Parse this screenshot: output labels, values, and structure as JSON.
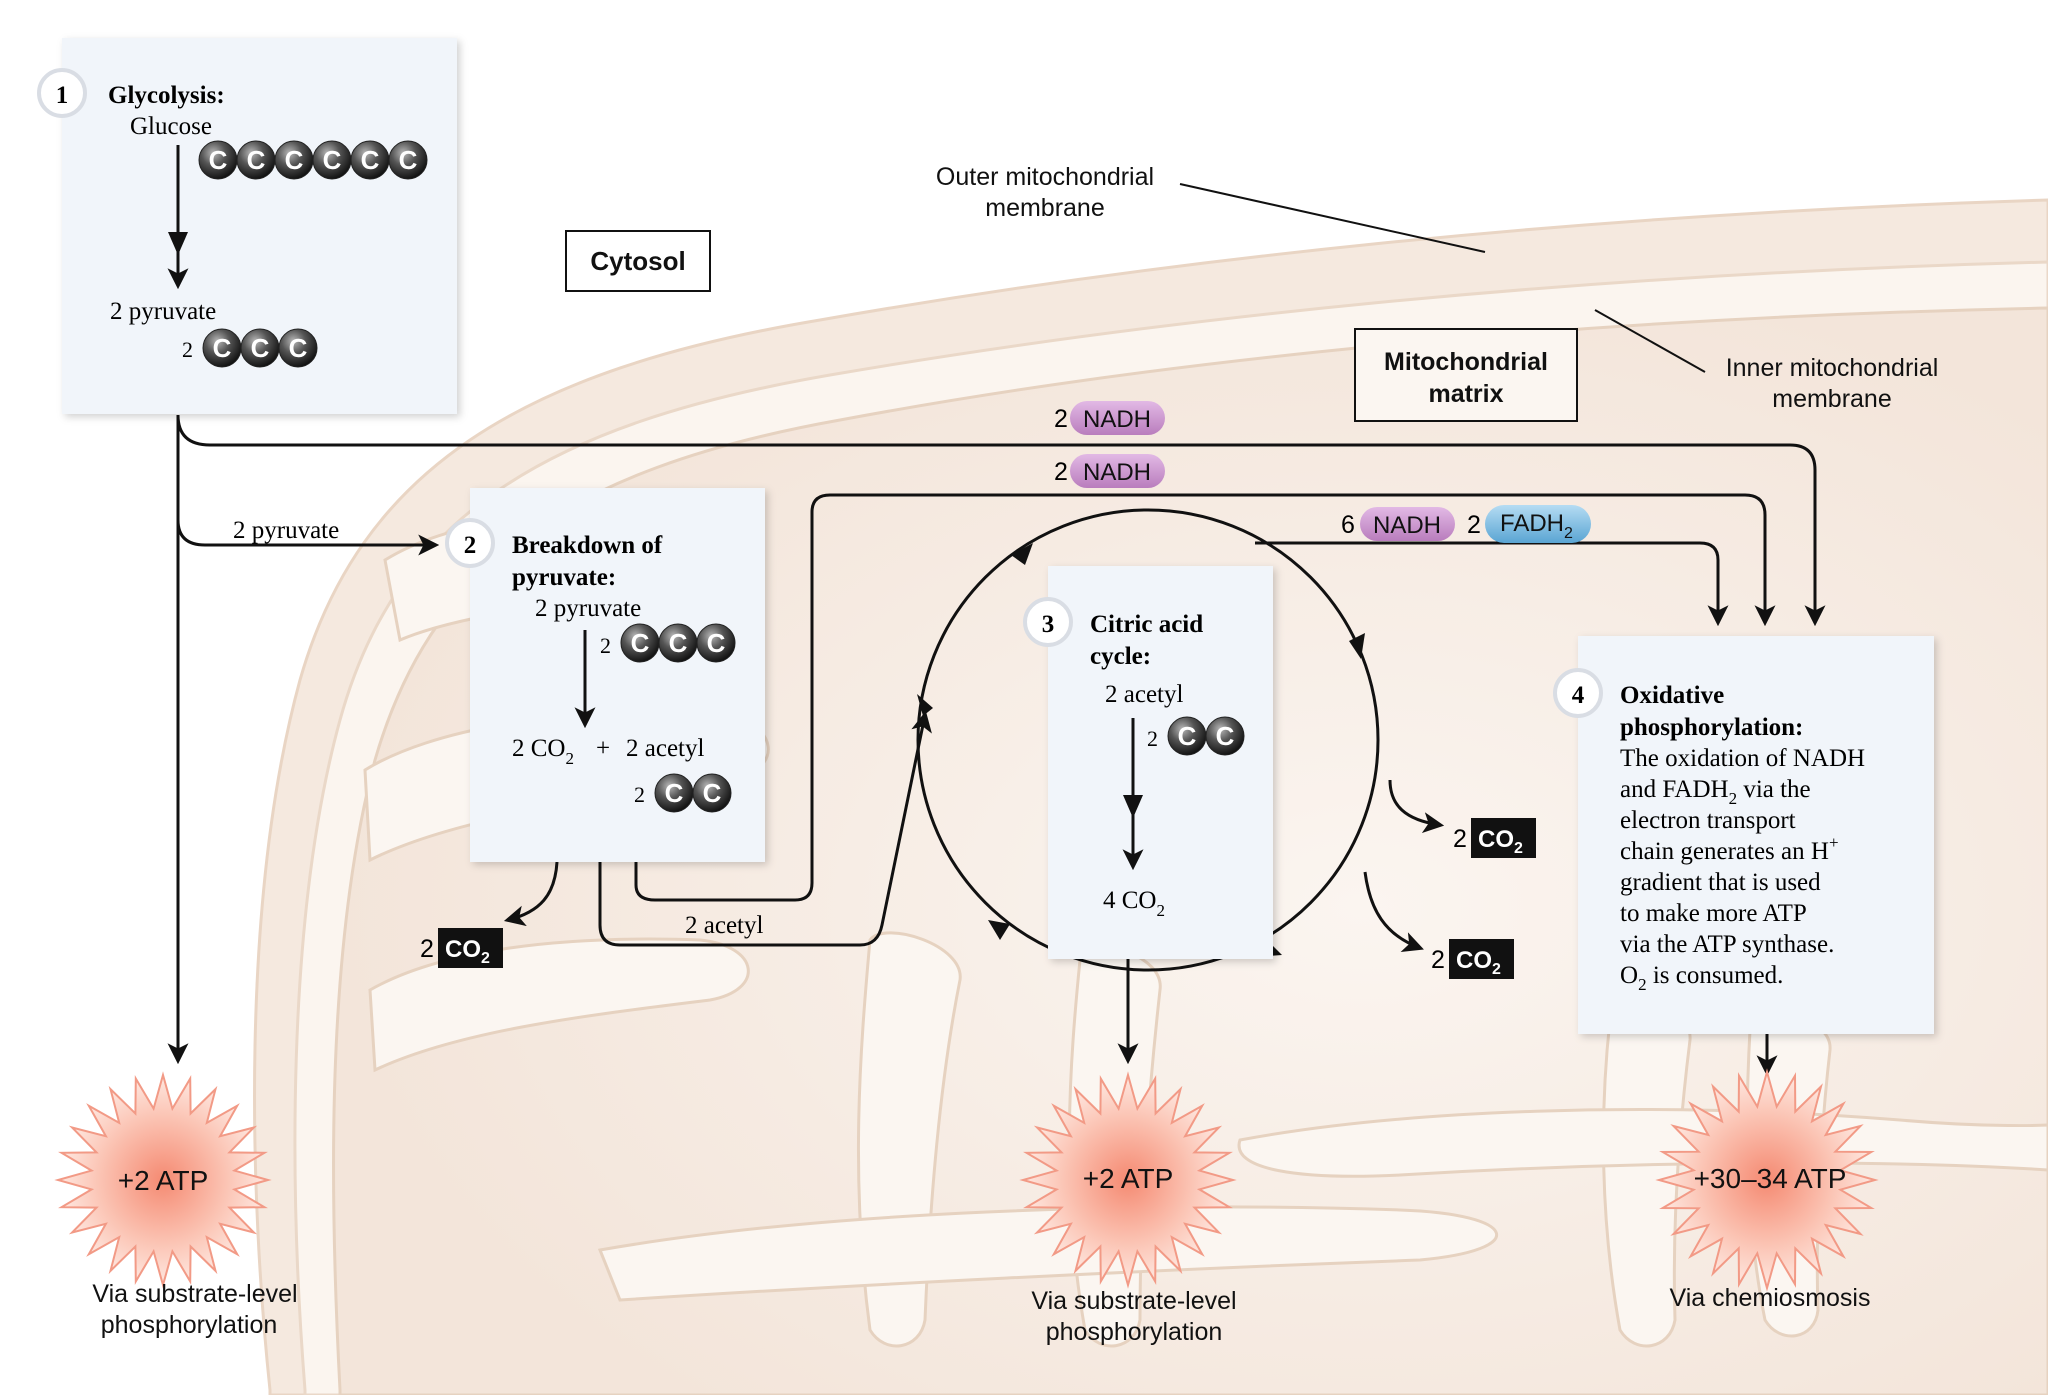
{
  "steps": {
    "glycolysis": {
      "num": "1",
      "title": "Glycolysis:",
      "start_name": "Glucose",
      "product": "2 pyruvate",
      "product_coeff": "2"
    },
    "pyruvate_breakdown": {
      "num": "2",
      "title_line1": "Breakdown of",
      "title_line2": "pyruvate:",
      "input": "2 pyruvate",
      "input_coeff": "2",
      "output_co2_coeff": "2 CO",
      "output_plus": "+",
      "output_acetyl": "2 acetyl",
      "output_coeff": "2"
    },
    "citric_acid": {
      "num": "3",
      "title_line1": "Citric acid",
      "title_line2": "cycle:",
      "input": "2 acetyl",
      "input_coeff": "2",
      "output": "4 CO"
    },
    "oxphos": {
      "num": "4",
      "title_line1": "Oxidative",
      "title_line2": "phosphorylation:",
      "desc_1": "The oxidation of NADH",
      "desc_2a": "and FADH",
      "desc_2b": " via the",
      "desc_3": "electron transport",
      "desc_4a": "chain generates an H",
      "desc_4sup": "+",
      "desc_5": "gradient that is used",
      "desc_6": "to make more ATP",
      "desc_7": "via the ATP synthase.",
      "desc_8a": "O",
      "desc_8b": " is consumed."
    }
  },
  "regions": {
    "cytosol": "Cytosol",
    "matrix_line1": "Mitochondrial",
    "matrix_line2": "matrix",
    "outer_membrane_line1": "Outer mitochondrial",
    "outer_membrane_line2": "membrane",
    "inner_membrane_line1": "Inner mitochondrial",
    "inner_membrane_line2": "membrane"
  },
  "carriers": {
    "nadh_1_coeff": "2",
    "nadh_2_coeff": "2",
    "nadh_3_coeff": "6",
    "nadh_label": "NADH",
    "fadh_coeff": "2",
    "fadh_label": "FADH",
    "fadh_sub": "2"
  },
  "arrow_labels": {
    "pyruvate_to_step2": "2 pyruvate",
    "acetyl_to_cycle": "2 acetyl"
  },
  "co2": {
    "label": "CO",
    "sub": "2",
    "step2_coeff": "2",
    "cycle_top_coeff": "2",
    "cycle_bottom_coeff": "2"
  },
  "carbon_atom": "C",
  "atp": {
    "glycolysis": "+2 ATP",
    "citric": "+2 ATP",
    "oxphos": "+30–34 ATP",
    "via_substrate_1a": "Via substrate-level",
    "via_substrate_1b": "phosphorylation",
    "via_substrate_2a": "Via substrate-level",
    "via_substrate_2b": "phosphorylation",
    "via_chemi": "Via chemiosmosis"
  },
  "colors": {
    "nadh": "#c58fc9",
    "fadh": "#78b6dc",
    "box": "#f1f5fa",
    "membrane": "#f4e6db",
    "burst": "#f7a892"
  }
}
